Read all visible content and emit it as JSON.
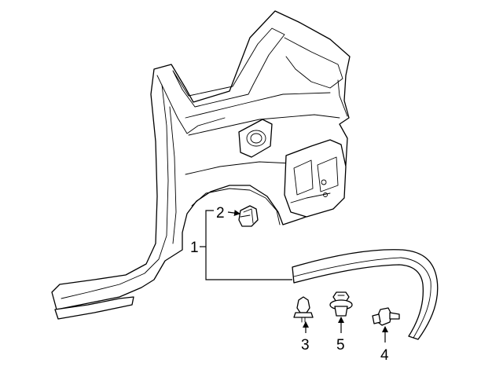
{
  "callouts": [
    {
      "id": "1",
      "label": "1"
    },
    {
      "id": "2",
      "label": "2"
    },
    {
      "id": "3",
      "label": "3"
    },
    {
      "id": "4",
      "label": "4"
    },
    {
      "id": "5",
      "label": "5"
    }
  ],
  "colors": {
    "line": "#000000",
    "background": "#ffffff"
  }
}
